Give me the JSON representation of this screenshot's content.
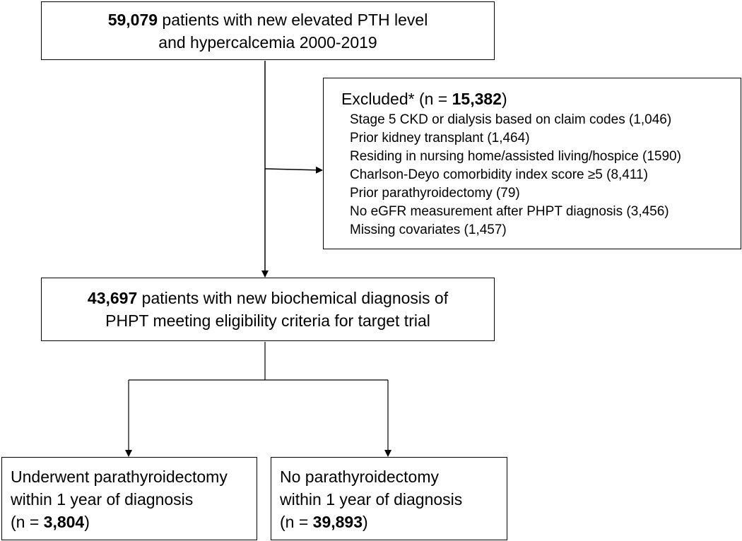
{
  "top_box": {
    "count": "59,079",
    "line1_rest": " patients with new elevated PTH level",
    "line2": "and hypercalcemia 2000-2019"
  },
  "excluded_box": {
    "heading_prefix": "Excluded* (n = ",
    "heading_count": "15,382",
    "heading_suffix": ")",
    "items": [
      "Stage 5 CKD or dialysis based on claim codes (1,046)",
      "Prior kidney transplant (1,464)",
      "Residing in nursing home/assisted living/hospice (1590)",
      "Charlson-Deyo comorbidity index score ≥5 (8,411)",
      "Prior parathyroidectomy (79)",
      "No eGFR measurement after PHPT diagnosis (3,456)",
      "Missing covariates (1,457)"
    ]
  },
  "middle_box": {
    "count": "43,697",
    "line1_rest": " patients with new biochemical diagnosis of",
    "line2": "PHPT meeting eligibility criteria for target trial"
  },
  "left_box": {
    "line1": "Underwent parathyroidectomy",
    "line2": "within 1 year of diagnosis",
    "n_prefix": "(n = ",
    "n_count": "3,804",
    "n_suffix": ")"
  },
  "right_box": {
    "line1": "No parathyroidectomy",
    "line2": "within 1 year of diagnosis",
    "n_prefix": "(n = ",
    "n_count": "39,893",
    "n_suffix": ")"
  }
}
